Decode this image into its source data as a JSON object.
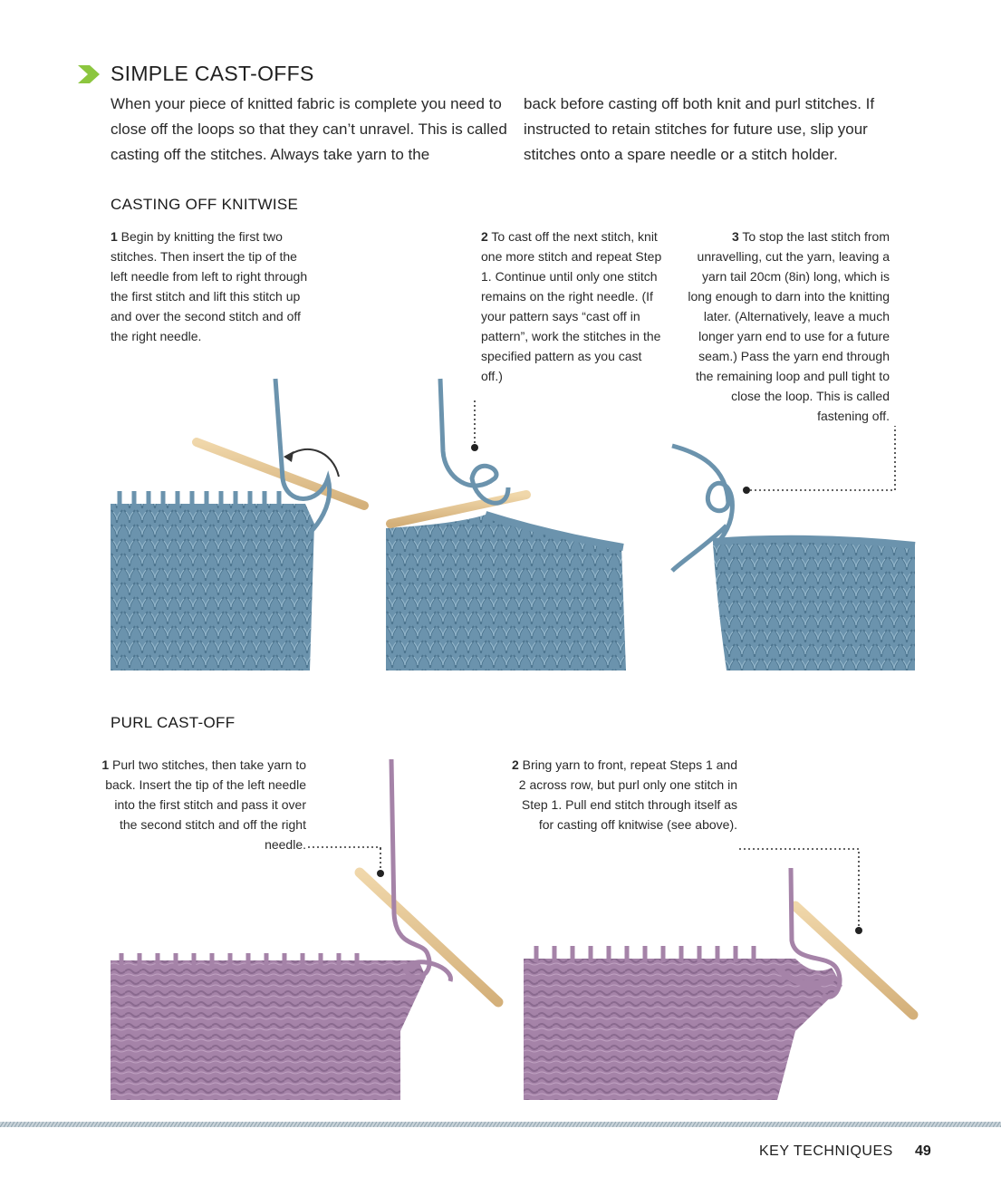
{
  "header": {
    "title": "SIMPLE CAST-OFFS",
    "accent_color": "#8cc63f",
    "icon": "arrow-icon"
  },
  "intro": {
    "left": "When your piece of knitted fabric is complete you need to close off the loops so that they can’t unravel. This is called casting off the stitches. Always take yarn to the",
    "right": "back before casting off both knit and purl stitches. If instructed to retain stitches for future use, slip your stitches onto a spare needle or a stitch holder."
  },
  "knitwise": {
    "heading": "CASTING OFF KNITWISE",
    "yarn_color": "#6b93ad",
    "steps": [
      {
        "num": "1",
        "text": " Begin by knitting the first two stitches. Then insert the tip of the left needle from left to right through the first stitch and lift this stitch up and over the second stitch and off the right needle."
      },
      {
        "num": "2",
        "text": " To cast off the next stitch, knit one more stitch and repeat Step 1. Continue until only one stitch remains on the right needle. (If your pattern says “cast off in pattern”, work the stitches in the specified pattern as you cast off.)"
      },
      {
        "num": "3",
        "text": " To stop the last stitch from unravelling, cut the yarn, leaving a yarn tail 20cm (8in) long, which is long enough to darn into the knitting later. (Alternatively, leave a much longer yarn end to use for a future seam.) Pass the yarn end through the remaining loop and pull tight to close the loop. This is called fastening off."
      }
    ]
  },
  "purl": {
    "heading": "PURL CAST-OFF",
    "yarn_color": "#a583a8",
    "steps": [
      {
        "num": "1",
        "text": " Purl two stitches, then take yarn to back. Insert the tip of the left needle into the first stitch and pass it over the second stitch and off the right needle."
      },
      {
        "num": "2",
        "text": " Bring yarn to front, repeat Steps 1 and 2 across row, but purl only one stitch in Step 1. Pull end stitch through itself as for casting off knitwise (see above)."
      }
    ]
  },
  "footer": {
    "running_head": "KEY TECHNIQUES",
    "page_number": "49"
  }
}
